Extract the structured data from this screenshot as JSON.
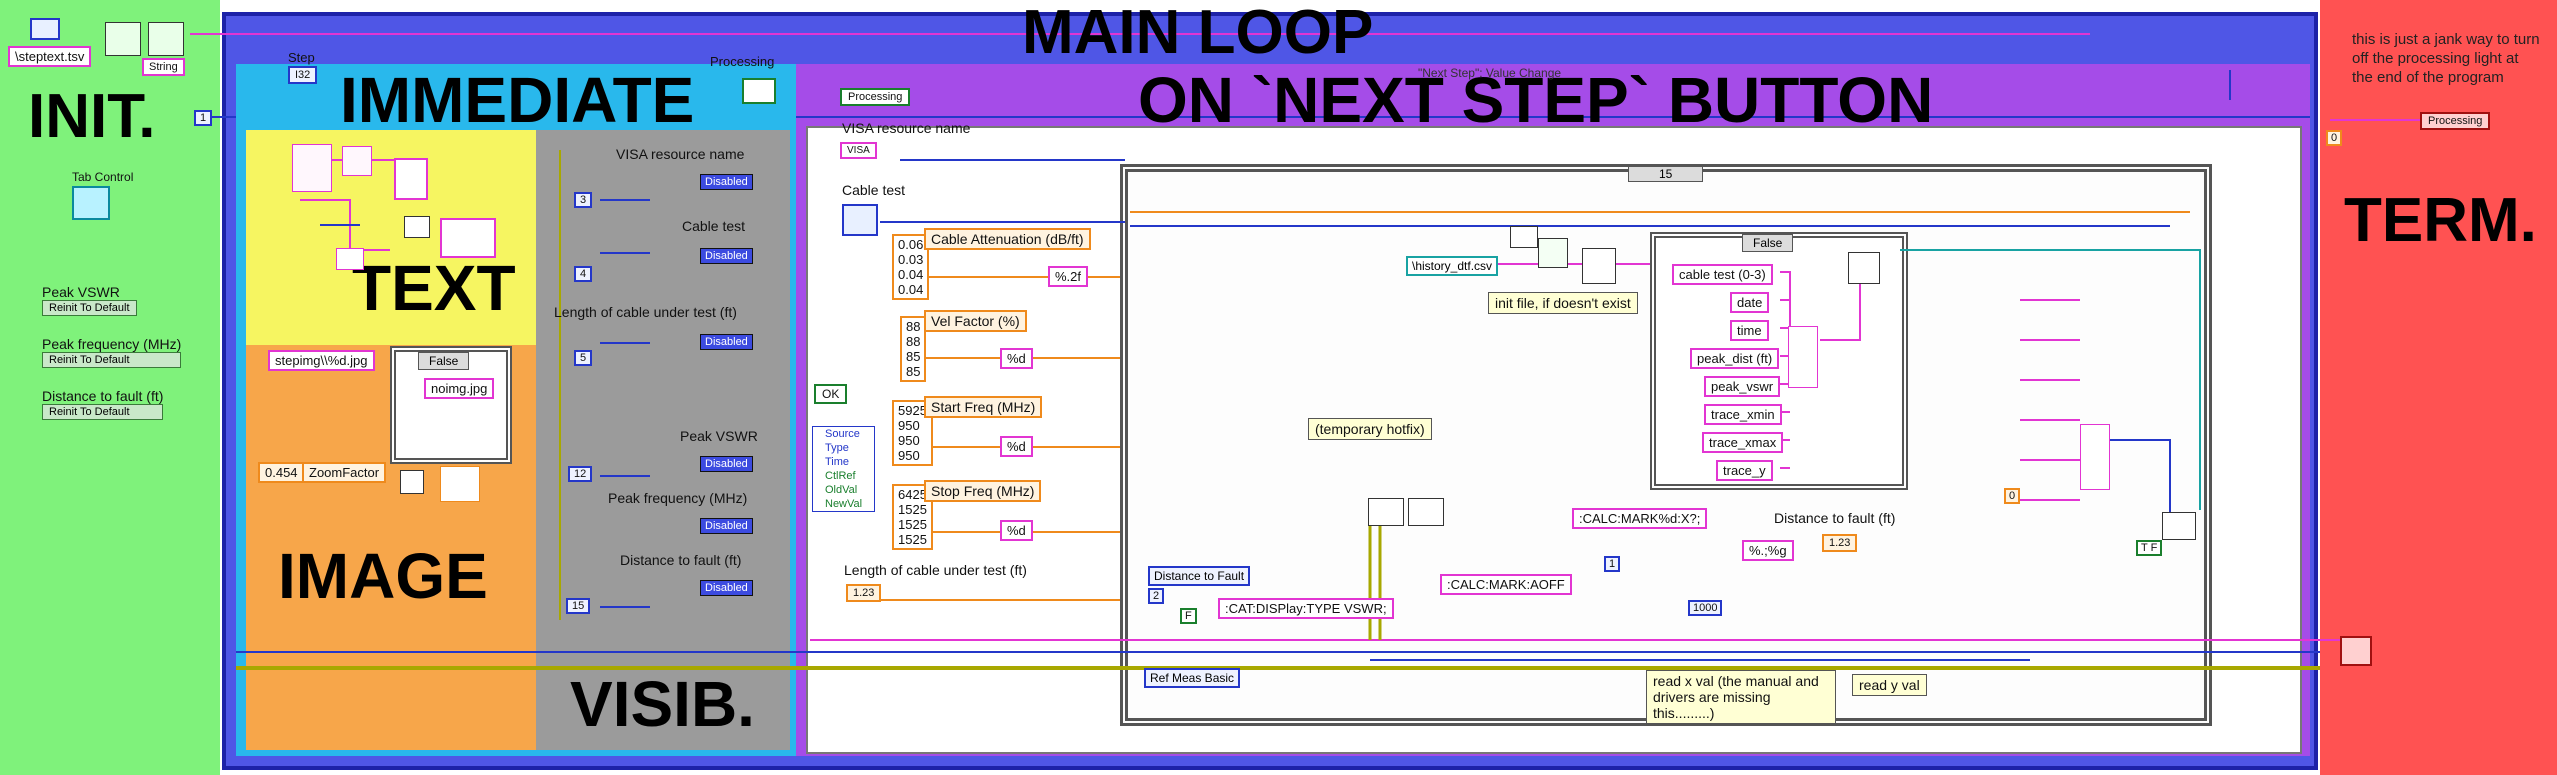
{
  "regions": {
    "init_title": "INIT.",
    "term_title": "TERM.",
    "main_loop_title": "MAIN LOOP",
    "immediate_title": "IMMEDIATE",
    "next_step_title": "ON `NEXT STEP` BUTTON",
    "text_title": "TEXT",
    "image_title": "IMAGE",
    "visib_title": "VISIB."
  },
  "init": {
    "file_path": "\\steptext.tsv",
    "string_label": "String",
    "tab_control_label": "Tab Control",
    "loop_const": "1",
    "props": [
      {
        "label": "Peak VSWR",
        "method": "Reinit To Default"
      },
      {
        "label": "Peak frequency (MHz)",
        "method": "Reinit To Default"
      },
      {
        "label": "Distance to fault (ft)",
        "method": "Reinit To Default"
      }
    ]
  },
  "immediate": {
    "step_label": "Step",
    "step_value": "I32",
    "processing_label": "Processing",
    "text_path": "stepimg\\\\%d.jpg",
    "case_selector": "False",
    "noimg": "noimg.jpg",
    "zoom_const": "0.454",
    "zoom_factor": "ZoomFactor",
    "visib_items": [
      {
        "label": "VISA resource name",
        "index": "3",
        "state": "Disabled"
      },
      {
        "label": "Cable test",
        "index": "4",
        "state": "Disabled"
      },
      {
        "label": "Length of cable under test (ft)",
        "index": "5",
        "state": "Disabled"
      },
      {
        "label": "Peak VSWR",
        "index": "12",
        "state": "Disabled"
      },
      {
        "label": "Peak frequency (MHz)",
        "index": "",
        "state": "Disabled"
      },
      {
        "label": "Distance to fault (ft)",
        "index": "15",
        "state": "Disabled"
      }
    ]
  },
  "next_step": {
    "event_header": "\"Next Step\": Value Change",
    "processing_tag": "Processing",
    "visa_label": "VISA resource name",
    "visa_value": "VISA",
    "cable_test_label": "Cable test",
    "cable_attenuation": {
      "label": "Cable Attenuation (dB/ft)",
      "values": [
        "0.06",
        "0.03",
        "0.04",
        "0.04"
      ],
      "format": "%.2f"
    },
    "vel_factor": {
      "label": "Vel Factor (%)",
      "values": [
        "88",
        "88",
        "85",
        "85"
      ],
      "format": "%d"
    },
    "start_freq": {
      "label": "Start Freq (MHz)",
      "values": [
        "5925",
        "950",
        "950",
        "950"
      ],
      "format": "%d"
    },
    "stop_freq": {
      "label": "Stop Freq (MHz)",
      "values": [
        "6425",
        "1525",
        "1525",
        "1525"
      ],
      "format": "%d"
    },
    "event_items": [
      "Source",
      "Type",
      "Time",
      "CtlRef",
      "OldVal",
      "NewVal"
    ],
    "ok_label": "OK",
    "length_label": "Length of cable under test (ft)",
    "length_value": "1.23",
    "seq_frame_index": "15",
    "history_file": "\\history_dtf.csv",
    "init_note": "init file, if doesn't exist",
    "case_false": "False",
    "columns": [
      "cable test (0-3)",
      "date",
      "time",
      "peak_dist (ft)",
      "peak_vswr",
      "trace_xmin",
      "trace_xmax",
      "trace_y"
    ],
    "hotfix_note": "(temporary hotfix)",
    "mode_selector": "Distance to Fault",
    "mode_const": "2",
    "bool_const": "F",
    "cat_cmd": ":CAT:DISPlay:TYPE VSWR;",
    "ref_meas": "Ref Meas Basic",
    "calc_aoff": ":CALC:MARK:AOFF",
    "calc_mark": ":CALC:MARK%d:X?;",
    "const_one": "1",
    "const_1000": "1000",
    "fmt_gg": "%.;%g",
    "dist_label": "Distance to fault (ft)",
    "dist_value": "1.23",
    "read_x_note": "read x val (the manual and drivers are missing this.........)",
    "read_y_note": "read y val",
    "tf_const": "T F",
    "zero_const": "0"
  },
  "term": {
    "note": "this is just a jank way to turn off the processing light at the end of the program",
    "zero_const": "0",
    "processing_tag": "Processing"
  },
  "colors": {
    "init_bg": "#7ff27b",
    "term_bg": "#ff5252",
    "loop_bg": "#4f56e6",
    "immediate_bg": "#29b8ec",
    "text_bg": "#f6f561",
    "image_bg": "#f7a64a",
    "visib_bg": "#9b9b9b",
    "next_step_bg": "#a54ce8",
    "string_wire": "#e235d2",
    "numeric_wire": "#ef8a1c",
    "int_wire": "#2437c9"
  }
}
